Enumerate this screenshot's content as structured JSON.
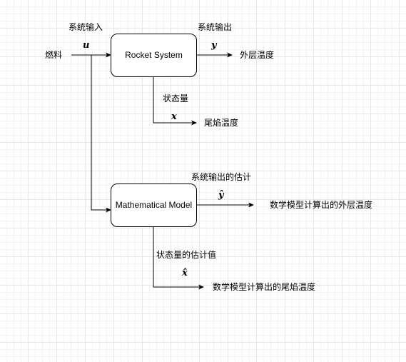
{
  "nodes": {
    "rocket": "Rocket System",
    "model": "Mathematical Model"
  },
  "labels": {
    "fuel": "燃料",
    "system_input": "系统输入",
    "system_output": "系统输出",
    "outer_temp": "外层温度",
    "state": "状态量",
    "tail_temp": "尾焰温度",
    "output_estimate": "系统输出的估计",
    "model_outer_temp": "数学模型计算出的外层温度",
    "state_estimate": "状态量的估计值",
    "model_tail_temp": "数学模型计算出的尾焰温度"
  },
  "variables": {
    "u": "u",
    "y": "y",
    "x": "x",
    "y_hat": "ŷ",
    "x_hat": "x̂"
  }
}
